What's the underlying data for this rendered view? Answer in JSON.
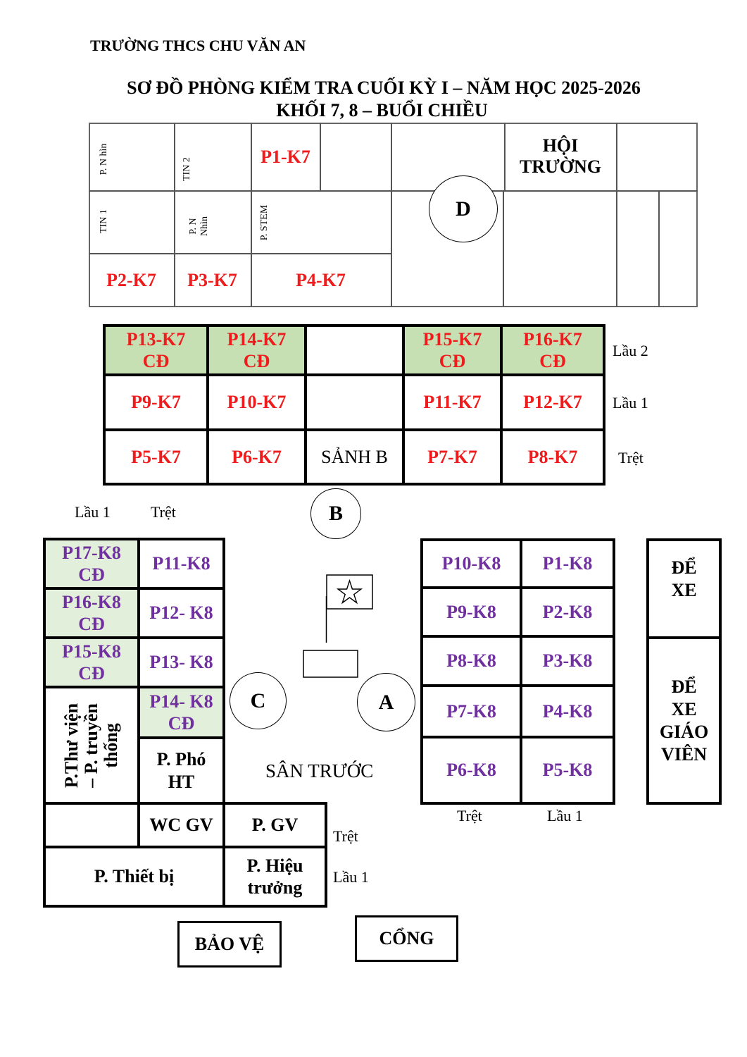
{
  "header": {
    "school": "TRƯỜNG THCS CHU VĂN AN",
    "title_line1": "SƠ ĐỒ PHÒNG KIỂM TRA CUỐI KỲ I – NĂM HỌC 2025-2026",
    "title_line2": "KHỐI 7, 8 – BUỔI CHIỀU"
  },
  "colors": {
    "k7_text": "#ee1c1c",
    "k8_text": "#7030a0",
    "k7_cd_fill": "#c6e0b4",
    "k8_cd_fill": "#e2efda"
  },
  "building_d": {
    "rooms": {
      "p_nhin_top": "P.    N hìn",
      "tin2": "TIN 2",
      "p1": "P1-K7",
      "tin1": "TIN 1",
      "p_nhin": "P. N Nhìn",
      "stem": "P. STEM",
      "p2": "P2-K7",
      "p3": "P3-K7",
      "p4": "P4-K7",
      "hoi_truong_1": "HỘI",
      "hoi_truong_2": "TRƯỜNG"
    },
    "marker": "D"
  },
  "building_b": {
    "rows": [
      {
        "floor": "Lầu 2",
        "cells": [
          {
            "l1": "P13-K7",
            "l2": "CĐ"
          },
          {
            "l1": "P14-K7",
            "l2": "CĐ"
          },
          {
            "l1": "",
            "l2": ""
          },
          {
            "l1": "P15-K7",
            "l2": "CĐ"
          },
          {
            "l1": "P16-K7",
            "l2": "CĐ"
          }
        ]
      },
      {
        "floor": "Lầu 1",
        "cells": [
          {
            "l1": "P9-K7"
          },
          {
            "l1": "P10-K7"
          },
          {
            "l1": ""
          },
          {
            "l1": "P11-K7"
          },
          {
            "l1": "P12-K7"
          }
        ]
      },
      {
        "floor": "Trệt",
        "cells": [
          {
            "l1": "P5-K7"
          },
          {
            "l1": "P6-K7"
          },
          {
            "l1": "SẢNH B"
          },
          {
            "l1": "P7-K7"
          },
          {
            "l1": "P8-K7"
          }
        ]
      }
    ],
    "marker": "B"
  },
  "building_c": {
    "col_labels": [
      "Lầu 1",
      "Trệt"
    ],
    "rooms": {
      "p17": [
        "P17-K8",
        "CĐ"
      ],
      "p11": "P11-K8",
      "p16": [
        "P16-K8",
        "CĐ"
      ],
      "p12": "P12- K8",
      "p15": [
        "P15-K8",
        "CĐ"
      ],
      "p13": "P13- K8",
      "p14": [
        "P14- K8",
        "CĐ"
      ],
      "thu_vien": [
        "P.Thư viện",
        "– P. truyền",
        "thống"
      ],
      "pho_ht": [
        "P. Phó",
        "HT"
      ],
      "wc_gv": "WC GV",
      "p_gv": "P. GV",
      "thiet_bi": "P. Thiết bị",
      "hieu_truong": [
        "P. Hiệu",
        "trưởng"
      ]
    },
    "floor_labels": [
      "Trệt",
      "Lầu 1"
    ],
    "marker": "C"
  },
  "courtyard": {
    "label": "SÂN TRƯỚC",
    "flag_icon": "star"
  },
  "building_a": {
    "rows": [
      [
        "P10-K8",
        "P1-K8"
      ],
      [
        "P9-K8",
        "P2-K8"
      ],
      [
        "P8-K8",
        "P3-K8"
      ],
      [
        "P7-K8",
        "P4-K8"
      ],
      [
        "P6-K8",
        "P5-K8"
      ]
    ],
    "col_labels": [
      "Trệt",
      "Lầu 1"
    ],
    "marker": "A"
  },
  "parking": {
    "student": [
      "ĐỂ",
      "XE"
    ],
    "teacher": [
      "ĐỂ",
      "XE",
      "GIÁO",
      "VIÊN"
    ]
  },
  "gate": {
    "guard": "BẢO VỆ",
    "gate": "CỔNG"
  }
}
